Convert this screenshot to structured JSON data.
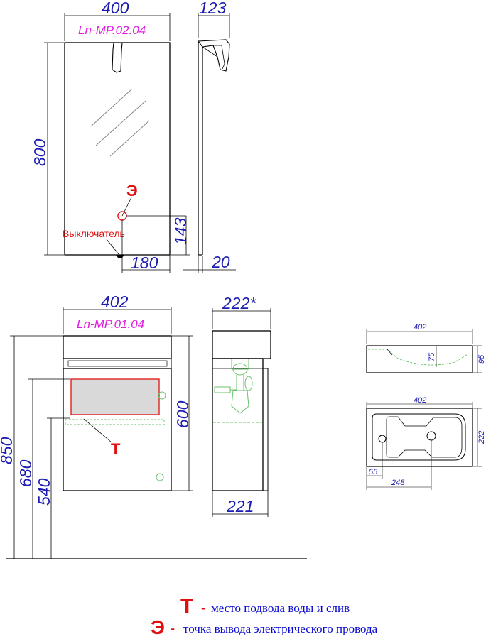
{
  "colors": {
    "dimension": "#1c1cb0",
    "model": "#e020e0",
    "marker": "#e01010",
    "legend_text": "#0a0ad0",
    "outline": "#000000",
    "drawer": "#d9d9d9",
    "green_detail": "#6bc06b"
  },
  "mirror": {
    "model": "Ln-MP.02.04",
    "width": "400",
    "height": "800",
    "side_depth": "123",
    "outlet_height": "143",
    "outlet_offset": "180",
    "side_thickness": "20",
    "switch_label": "Выключатель",
    "outlet_marker": "Э"
  },
  "cabinet": {
    "model": "Ln-MP.01.04",
    "width": "402",
    "height": "600",
    "total_height": "850",
    "pipe_height": "680",
    "drain_height": "540",
    "depth_top": "222*",
    "depth_bottom": "221",
    "water_marker": "T"
  },
  "sink": {
    "side_width": "402",
    "side_height": "95",
    "bowl_depth": "75",
    "top_width": "402",
    "top_depth": "222",
    "drain_offset": "55",
    "tap_offset": "248"
  },
  "legend": [
    {
      "marker": "T",
      "separator": "-",
      "text": "место подвода воды и слив"
    },
    {
      "marker": "Э",
      "separator": "-",
      "text": "точка вывода электрического провода"
    }
  ]
}
